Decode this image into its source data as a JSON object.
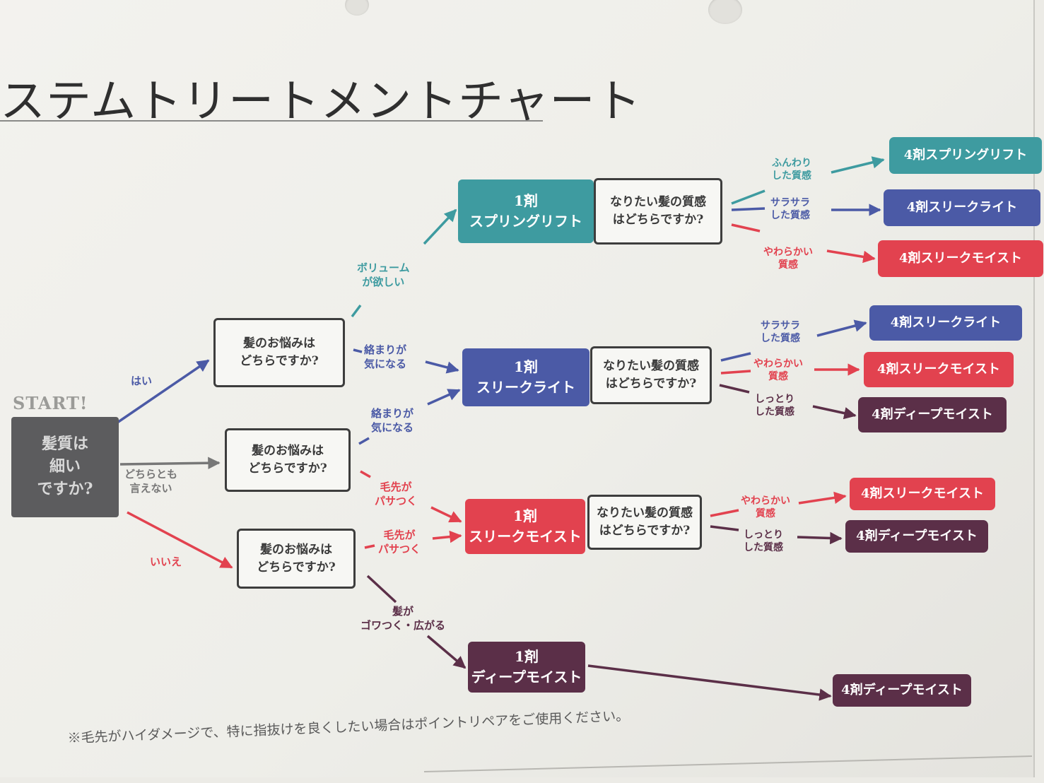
{
  "title": "ステムトリートメントチャート",
  "start_label": "START!",
  "start_question": "髪質は\n細い\nですか?",
  "concern_question": "髪のお悩みは\nどちらですか?",
  "texture_question": "なりたい髪の質感\nはどちらですか?",
  "branches": {
    "yes": "はい",
    "neither": "どちらとも\n言えない",
    "no": "いいえ",
    "volume": "ボリューム\nが欲しい",
    "tangle_1": "絡まりが\n気になる",
    "tangle_2": "絡まりが\n気になる",
    "dry_ends_1": "毛先が\nパサつく",
    "dry_ends_2": "毛先が\nパサつく",
    "frizz": "髪が\nゴワつく・広がる"
  },
  "texture_labels": {
    "fluffy": "ふんわり\nした質感",
    "silky_1": "サラサラ\nした質感",
    "soft_1": "やわらかい\n質感",
    "silky_2": "サラサラ\nした質感",
    "soft_2": "やわらかい\n質感",
    "moist_1": "しっとり\nした質感",
    "soft_3": "やわらかい\n質感",
    "moist_2": "しっとり\nした質感"
  },
  "step1": {
    "spring_lift": "1剤\nスプリングリフト",
    "sleek_light": "1剤\nスリークライト",
    "sleek_moist": "1剤\nスリークモイスト",
    "deep_moist": "1剤\nディープモイスト"
  },
  "step4": {
    "spring_lift": "4剤スプリングリフト",
    "sleek_light_1": "4剤スリークライト",
    "sleek_moist_1": "4剤スリークモイスト",
    "sleek_light_2": "4剤スリークライト",
    "sleek_moist_2": "4剤スリークモイスト",
    "deep_moist_1": "4剤ディープモイスト",
    "sleek_moist_3": "4剤スリークモイスト",
    "deep_moist_2": "4剤ディープモイスト",
    "deep_moist_3": "4剤ディープモイスト"
  },
  "footnote": "※毛先がハイダメージで、特に指抜けを良くしたい場合はポイントリペアをご使用ください。",
  "colors": {
    "start": "#5c5c5e",
    "neutral": "#777777",
    "spring_lift": "#3e9ba0",
    "sleek_light": "#4b5aa6",
    "sleek_moist": "#e2424f",
    "deep_moist": "#5b2f48",
    "question_border": "#3d3d3d"
  }
}
